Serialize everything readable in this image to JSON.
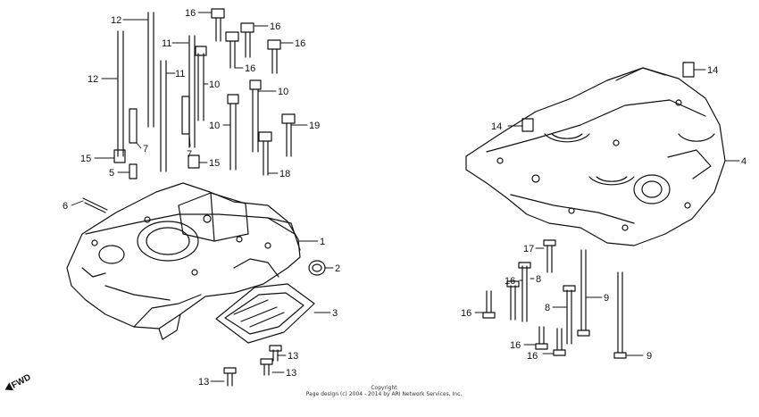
{
  "callouts": [
    {
      "id": "c12a",
      "text": "12"
    },
    {
      "id": "c12b",
      "text": "12"
    },
    {
      "id": "c11a",
      "text": "11"
    },
    {
      "id": "c11b",
      "text": "11"
    },
    {
      "id": "c10a",
      "text": "10"
    },
    {
      "id": "c10b",
      "text": "10"
    },
    {
      "id": "c10c",
      "text": "10"
    },
    {
      "id": "c16a",
      "text": "16"
    },
    {
      "id": "c16b",
      "text": "16"
    },
    {
      "id": "c16c",
      "text": "16"
    },
    {
      "id": "c16d",
      "text": "16"
    },
    {
      "id": "c7a",
      "text": "7"
    },
    {
      "id": "c7b",
      "text": "7"
    },
    {
      "id": "c15a",
      "text": "15"
    },
    {
      "id": "c15b",
      "text": "15"
    },
    {
      "id": "c5",
      "text": "5"
    },
    {
      "id": "c6",
      "text": "6"
    },
    {
      "id": "c19",
      "text": "19"
    },
    {
      "id": "c18",
      "text": "18"
    },
    {
      "id": "c1",
      "text": "1"
    },
    {
      "id": "c2",
      "text": "2"
    },
    {
      "id": "c3",
      "text": "3"
    },
    {
      "id": "c13a",
      "text": "13"
    },
    {
      "id": "c13b",
      "text": "13"
    },
    {
      "id": "c13c",
      "text": "13"
    },
    {
      "id": "c14a",
      "text": "14"
    },
    {
      "id": "c14b",
      "text": "14"
    },
    {
      "id": "c4",
      "text": "4"
    },
    {
      "id": "c17",
      "text": "17"
    },
    {
      "id": "c16e",
      "text": "16"
    },
    {
      "id": "c8a",
      "text": "8"
    },
    {
      "id": "c8b",
      "text": "8"
    },
    {
      "id": "c9a",
      "text": "9"
    },
    {
      "id": "c9b",
      "text": "9"
    },
    {
      "id": "c16f",
      "text": "16"
    },
    {
      "id": "c16g",
      "text": "16"
    },
    {
      "id": "c16h",
      "text": "16"
    }
  ],
  "copyright": {
    "line1": "Copyright",
    "line2": "Page design (c) 2004 - 2014 by ARI Network Services, Inc."
  },
  "fwd_label": "FWD"
}
